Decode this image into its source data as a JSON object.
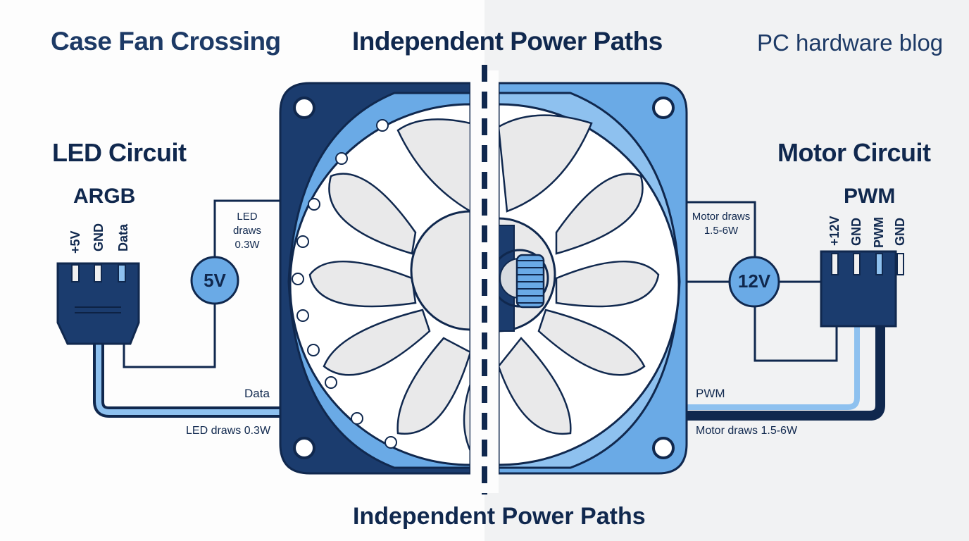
{
  "header": {
    "left_title": "Case Fan Crossing",
    "center_title": "Independent Power Paths",
    "right_title": "PC hardware blog"
  },
  "footer": {
    "title": "Independent Power Paths"
  },
  "led": {
    "section_title": "LED Circuit",
    "connector_name": "ARGB",
    "pins": [
      "+5V",
      "GND",
      "Data"
    ],
    "voltage": "5V",
    "draw_note": "LED draws 0.3W",
    "data_label": "Data",
    "power_label": "LED draws 0.3W"
  },
  "motor": {
    "section_title": "Motor Circuit",
    "connector_name": "PWM",
    "pins": [
      "+12V",
      "GND",
      "PWM",
      "GND"
    ],
    "voltage": "12V",
    "draw_note": "Motor draws 1.5-6W",
    "signal_label": "PWM",
    "power_label": "Motor draws 1.5-6W"
  },
  "colors": {
    "navy": "#1b3c6e",
    "dark_outline": "#10284e",
    "accent_blue": "#6aaae6",
    "light_blue": "#8ec1ef",
    "blade_gray": "#e9e9ea"
  }
}
